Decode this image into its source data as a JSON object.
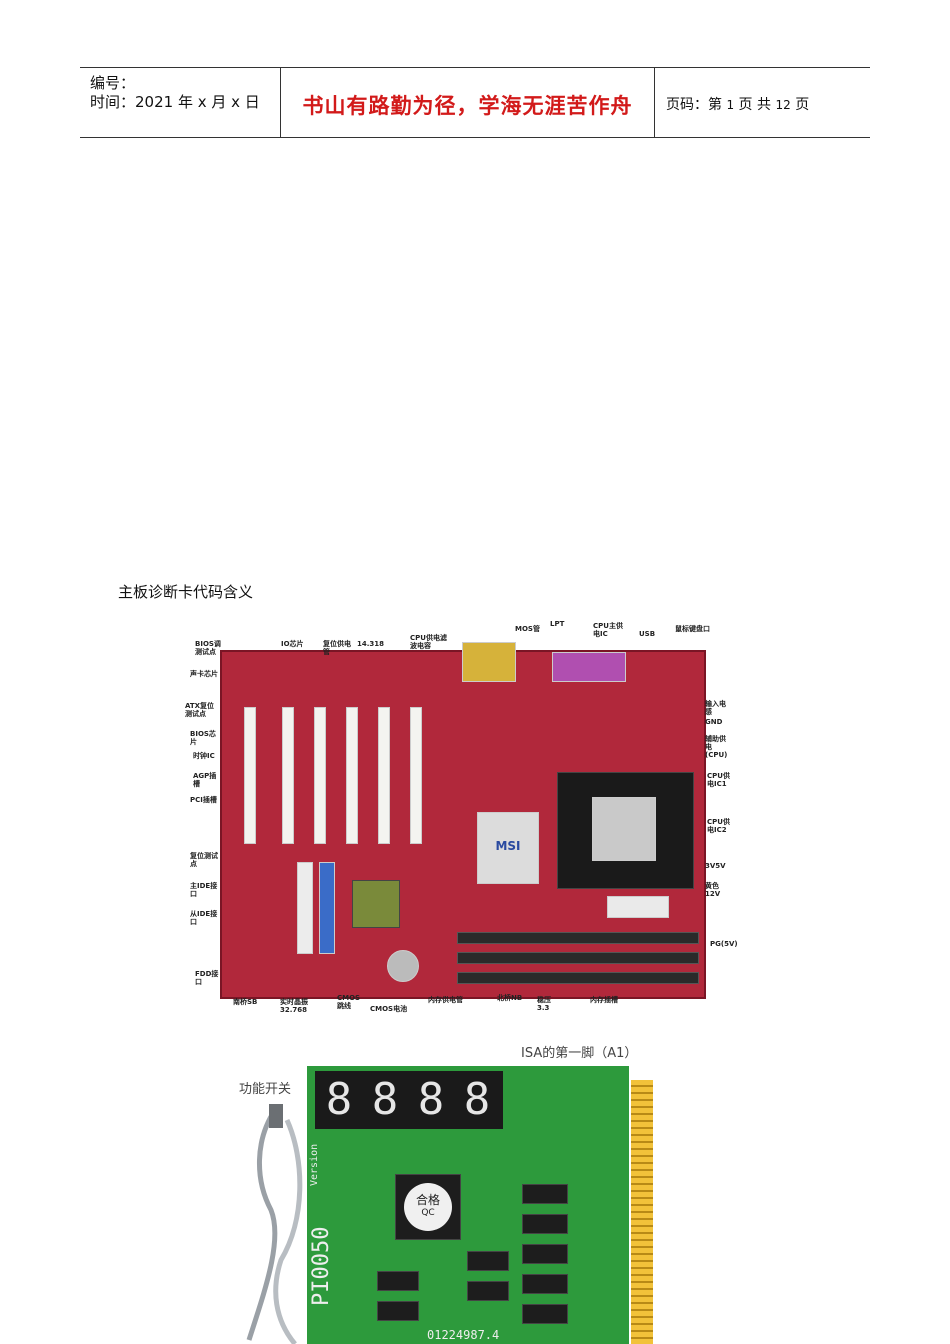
{
  "header": {
    "number_label": "编号：",
    "time_label": "时间：2021 年 x 月 x 日",
    "motto": "书山有路勤为径，学海无涯苦作舟",
    "page_prefix": "页码：第",
    "page_current": "1",
    "page_mid": "页  共",
    "page_total": "12",
    "page_suffix": "页"
  },
  "intro_text": "主板诊断卡代码含义",
  "motherboard": {
    "brand": "MSI",
    "labels": [
      "BIOS调测试点",
      "IO芯片",
      "复位供电管",
      "14.318",
      "CPU供电滤波电容",
      "MOS管",
      "LPT",
      "CPU主供电IC",
      "USB",
      "鼠标键盘口",
      "声卡芯片",
      "ATX复位测试点",
      "BIOS芯片",
      "时钟IC",
      "AGP插槽",
      "PCI插槽",
      "复位测试点",
      "主IDE接口",
      "从IDE接口",
      "FDD接口",
      "输入电感",
      "GND",
      "辅助供电(CPU)",
      "CPU供电IC1",
      "CPU供电IC2",
      "3V5V",
      "黄色12V",
      "PG(5V)",
      "南桥SB",
      "实时晶振32.768",
      "CMOS跳线",
      "CMOS电池",
      "内存供电管",
      "北桥NB",
      "稳压3.3",
      "内存插槽"
    ]
  },
  "diag_card": {
    "display": [
      "8",
      "8",
      "8",
      "8"
    ],
    "label_switch": "功能开关",
    "label_isa": "ISA的第一脚（A1）",
    "model": "PI0050",
    "version": "Version",
    "qc": "合格",
    "qc_sub": "QC",
    "serial": "01224987.4"
  }
}
